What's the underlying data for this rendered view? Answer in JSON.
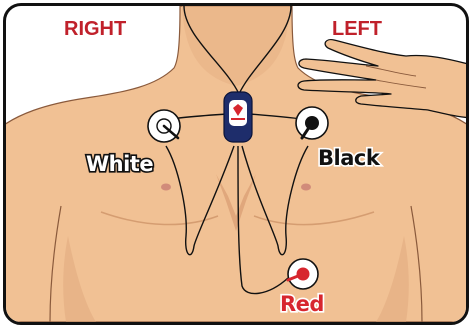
{
  "labels": {
    "right": "RIGHT",
    "left": "LEFT",
    "white": "White",
    "black": "Black",
    "red": "Red"
  },
  "icons": [
    "torso",
    "hand",
    "monitor-device",
    "electrode-white",
    "electrode-black",
    "electrode-red"
  ],
  "colors": {
    "skin": "#f1c194",
    "skin_shadow": "#e0a77c",
    "side_label": "#c0212b",
    "device": "#1e2d6b",
    "red_lead": "#d7262e",
    "black_lead": "#111111"
  }
}
